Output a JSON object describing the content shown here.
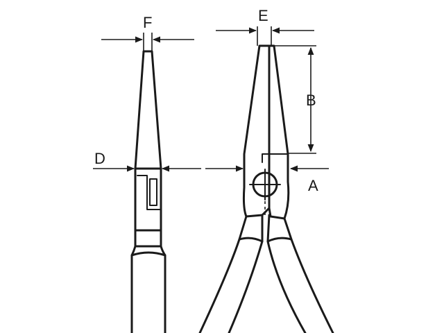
{
  "labels": {
    "a": "A",
    "b": "B",
    "d": "D",
    "e": "E",
    "f": "F"
  },
  "colors": {
    "line": "#1a1a1a",
    "background": "#ffffff"
  }
}
